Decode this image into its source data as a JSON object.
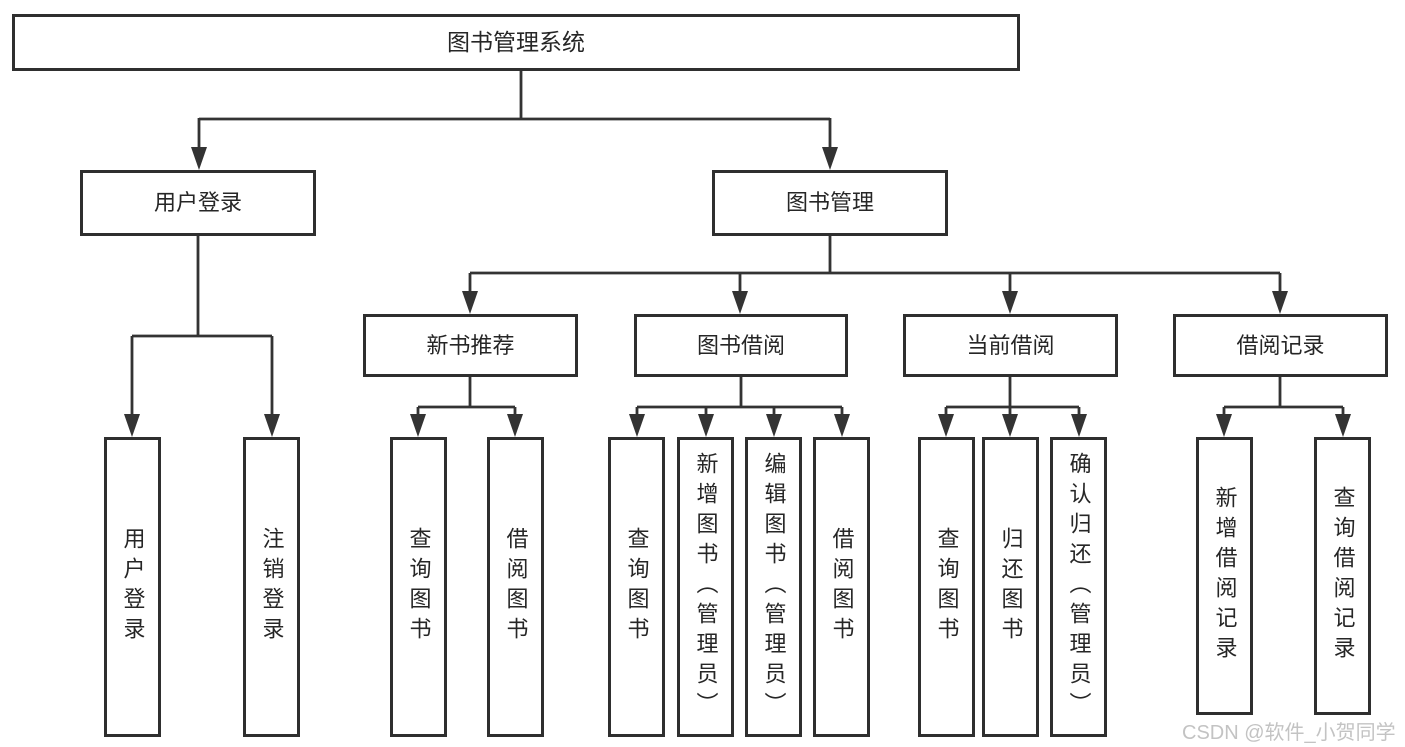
{
  "diagram": {
    "root": {
      "label": "图书管理系统"
    },
    "branches": [
      {
        "label": "用户登录",
        "children": [
          {
            "label": "用户登录"
          },
          {
            "label": "注销登录"
          }
        ]
      },
      {
        "label": "图书管理",
        "groups": [
          {
            "label": "新书推荐",
            "children": [
              {
                "label": "查询图书"
              },
              {
                "label": "借阅图书"
              }
            ]
          },
          {
            "label": "图书借阅",
            "children": [
              {
                "label": "查询图书"
              },
              {
                "label": "新增图书（管理员）"
              },
              {
                "label": "编辑图书（管理员）"
              },
              {
                "label": "借阅图书"
              }
            ]
          },
          {
            "label": "当前借阅",
            "children": [
              {
                "label": "查询图书"
              },
              {
                "label": "归还图书"
              },
              {
                "label": "确认归还（管理员）"
              }
            ]
          },
          {
            "label": "借阅记录",
            "children": [
              {
                "label": "新增借阅记录"
              },
              {
                "label": "查询借阅记录"
              }
            ]
          }
        ]
      }
    ]
  },
  "watermark": {
    "text": "CSDN @软件_小贺同学"
  },
  "colors": {
    "line": "#333333",
    "box_border": "#2f2f2f",
    "text": "#262626",
    "background": "#ffffff",
    "watermark": "#c3c3c3"
  }
}
